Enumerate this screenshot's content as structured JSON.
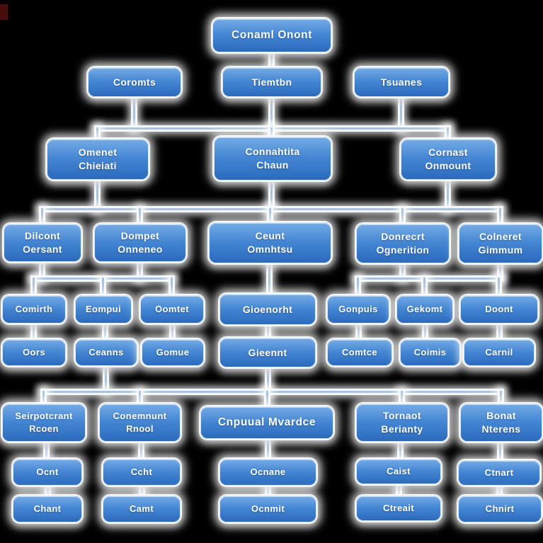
{
  "diagram": {
    "type": "org-chart",
    "colors": {
      "background": "#000000",
      "node_fill_top": "#74abe6",
      "node_fill_bottom": "#2b6abc",
      "node_border": "#d7e8f8",
      "node_text": "#ffffff",
      "connector": "#a9c2de",
      "halo": "#ffffff",
      "artifact_red": "#4a0d0d"
    },
    "nodes": {
      "r1c1": {
        "label": "Conaml Onont"
      },
      "r2c1": {
        "label": "Coromts"
      },
      "r2c2": {
        "label": "Tiemtbn"
      },
      "r2c3": {
        "label": "Tsuanes"
      },
      "r3c1": {
        "label": "Omenet\nChieiati"
      },
      "r3c2": {
        "label": "Connahtita\nChaun"
      },
      "r3c3": {
        "label": "Cornast\nOnmount"
      },
      "r4c1": {
        "label": "Dilcont\nOersant"
      },
      "r4c2": {
        "label": "Dompet\nOnneneo"
      },
      "r4c3": {
        "label": "Ceunt\nOmnhtsu"
      },
      "r4c4": {
        "label": "Donrecrt\nOgnerition"
      },
      "r4c5": {
        "label": "Colneret\nGimmum"
      },
      "r5c1": {
        "label": "Comirth"
      },
      "r5c2": {
        "label": "Eompui"
      },
      "r5c3": {
        "label": "Oomtet"
      },
      "r5c4": {
        "label": "Gioenorht"
      },
      "r5c5": {
        "label": "Gonpuis"
      },
      "r5c6": {
        "label": "Gekomt"
      },
      "r5c7": {
        "label": "Doont"
      },
      "r6c1": {
        "label": "Oors"
      },
      "r6c2": {
        "label": "Ceanns"
      },
      "r6c3": {
        "label": "Gomue"
      },
      "r6c4": {
        "label": "Gieennt"
      },
      "r6c5": {
        "label": "Comtce"
      },
      "r6c6": {
        "label": "Coimis"
      },
      "r6c7": {
        "label": "Carnil"
      },
      "r7c1": {
        "label": "Seirpotcrant\nRcoen"
      },
      "r7c2": {
        "label": "Conemnunt\nRnool"
      },
      "r7c3": {
        "label": "Cnpuual Mvardce"
      },
      "r7c4": {
        "label": "Tornaot\nBerianty"
      },
      "r7c5": {
        "label": "Bonat\nNterens"
      },
      "r8c1": {
        "label": "Ocnt"
      },
      "r8c2": {
        "label": "Ccht"
      },
      "r8c3": {
        "label": "Ocnane"
      },
      "r8c4": {
        "label": "Caist"
      },
      "r8c5": {
        "label": "Ctnart"
      },
      "r9c1": {
        "label": "Chant"
      },
      "r9c2": {
        "label": "Camt"
      },
      "r9c3": {
        "label": "Ocnmit"
      },
      "r9c4": {
        "label": "Ctreait"
      },
      "r9c5": {
        "label": "Chnirt"
      }
    },
    "edges": [
      {
        "from": [
          "r1c1"
        ],
        "to": [
          "r2c2"
        ]
      },
      {
        "from": [
          "r2c1",
          "r2c2",
          "r2c3"
        ],
        "to": [
          "r3c1",
          "r3c2",
          "r3c3"
        ],
        "via": "bus"
      },
      {
        "from": [
          "r3c1",
          "r3c2",
          "r3c3"
        ],
        "to": [
          "r4c1",
          "r4c2",
          "r4c3",
          "r4c4",
          "r4c5"
        ],
        "via": "bus"
      },
      {
        "from": [
          "r4c1",
          "r4c2"
        ],
        "to": [
          "r5c1",
          "r5c2",
          "r5c3"
        ],
        "via": "bus"
      },
      {
        "from": [
          "r4c3"
        ],
        "to": [
          "r5c4"
        ]
      },
      {
        "from": [
          "r4c4",
          "r4c5"
        ],
        "to": [
          "r5c5",
          "r5c6",
          "r5c7"
        ],
        "via": "bus"
      },
      {
        "from": [
          "r5c1"
        ],
        "to": [
          "r6c1"
        ]
      },
      {
        "from": [
          "r5c2"
        ],
        "to": [
          "r6c2"
        ]
      },
      {
        "from": [
          "r5c3"
        ],
        "to": [
          "r6c3"
        ]
      },
      {
        "from": [
          "r5c4"
        ],
        "to": [
          "r6c4"
        ]
      },
      {
        "from": [
          "r5c5"
        ],
        "to": [
          "r6c5"
        ]
      },
      {
        "from": [
          "r5c6"
        ],
        "to": [
          "r6c6"
        ]
      },
      {
        "from": [
          "r5c7"
        ],
        "to": [
          "r6c7"
        ]
      },
      {
        "from": [
          "r6c2",
          "r6c4"
        ],
        "to": [
          "r7c1",
          "r7c2",
          "r7c3",
          "r7c4",
          "r7c5"
        ],
        "via": "bus"
      },
      {
        "from": [
          "r7c1"
        ],
        "to": [
          "r8c1"
        ]
      },
      {
        "from": [
          "r7c2"
        ],
        "to": [
          "r8c2"
        ]
      },
      {
        "from": [
          "r7c3"
        ],
        "to": [
          "r8c3"
        ]
      },
      {
        "from": [
          "r7c4"
        ],
        "to": [
          "r8c4"
        ]
      },
      {
        "from": [
          "r7c5"
        ],
        "to": [
          "r8c5"
        ]
      },
      {
        "from": [
          "r8c1"
        ],
        "to": [
          "r9c1"
        ]
      },
      {
        "from": [
          "r8c2"
        ],
        "to": [
          "r9c2"
        ]
      },
      {
        "from": [
          "r8c3"
        ],
        "to": [
          "r9c3"
        ]
      },
      {
        "from": [
          "r8c4"
        ],
        "to": [
          "r9c4"
        ]
      },
      {
        "from": [
          "r8c5"
        ],
        "to": [
          "r9c5"
        ]
      }
    ]
  }
}
